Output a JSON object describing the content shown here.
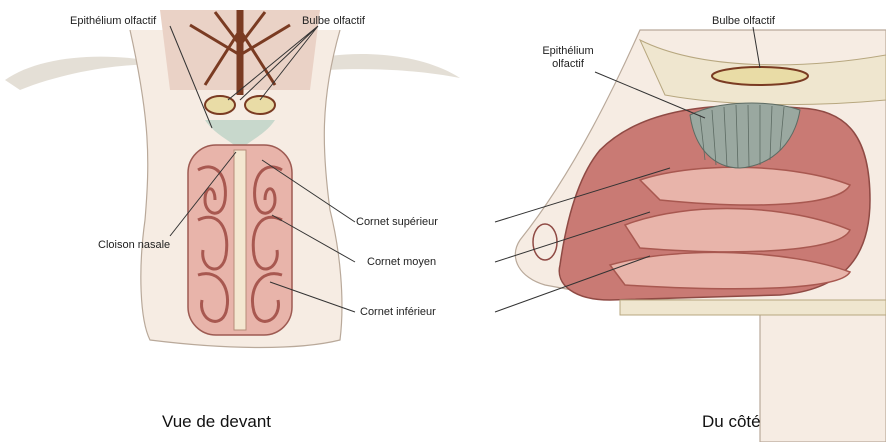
{
  "front": {
    "label_epithelium": "Epithélium olfactif",
    "label_bulbe": "Bulbe olfactif",
    "label_cloison": "Cloison nasale",
    "label_cornet_sup": "Cornet supérieur",
    "label_cornet_moy": "Cornet moyen",
    "label_cornet_inf": "Cornet inférieur",
    "caption": "Vue de devant"
  },
  "side": {
    "label_bulbe": "Bulbe olfactif",
    "label_epithelium_line1": "Epithélium",
    "label_epithelium_line2": "olfactif",
    "caption": "Du côté"
  },
  "colors": {
    "tissue_pink": "#e8b4aa",
    "cavity_red": "#c97a74",
    "bone_cream": "#efe6cf",
    "nerve_brown": "#7a3b22",
    "olfactory_gray": "#9aa8a0"
  }
}
